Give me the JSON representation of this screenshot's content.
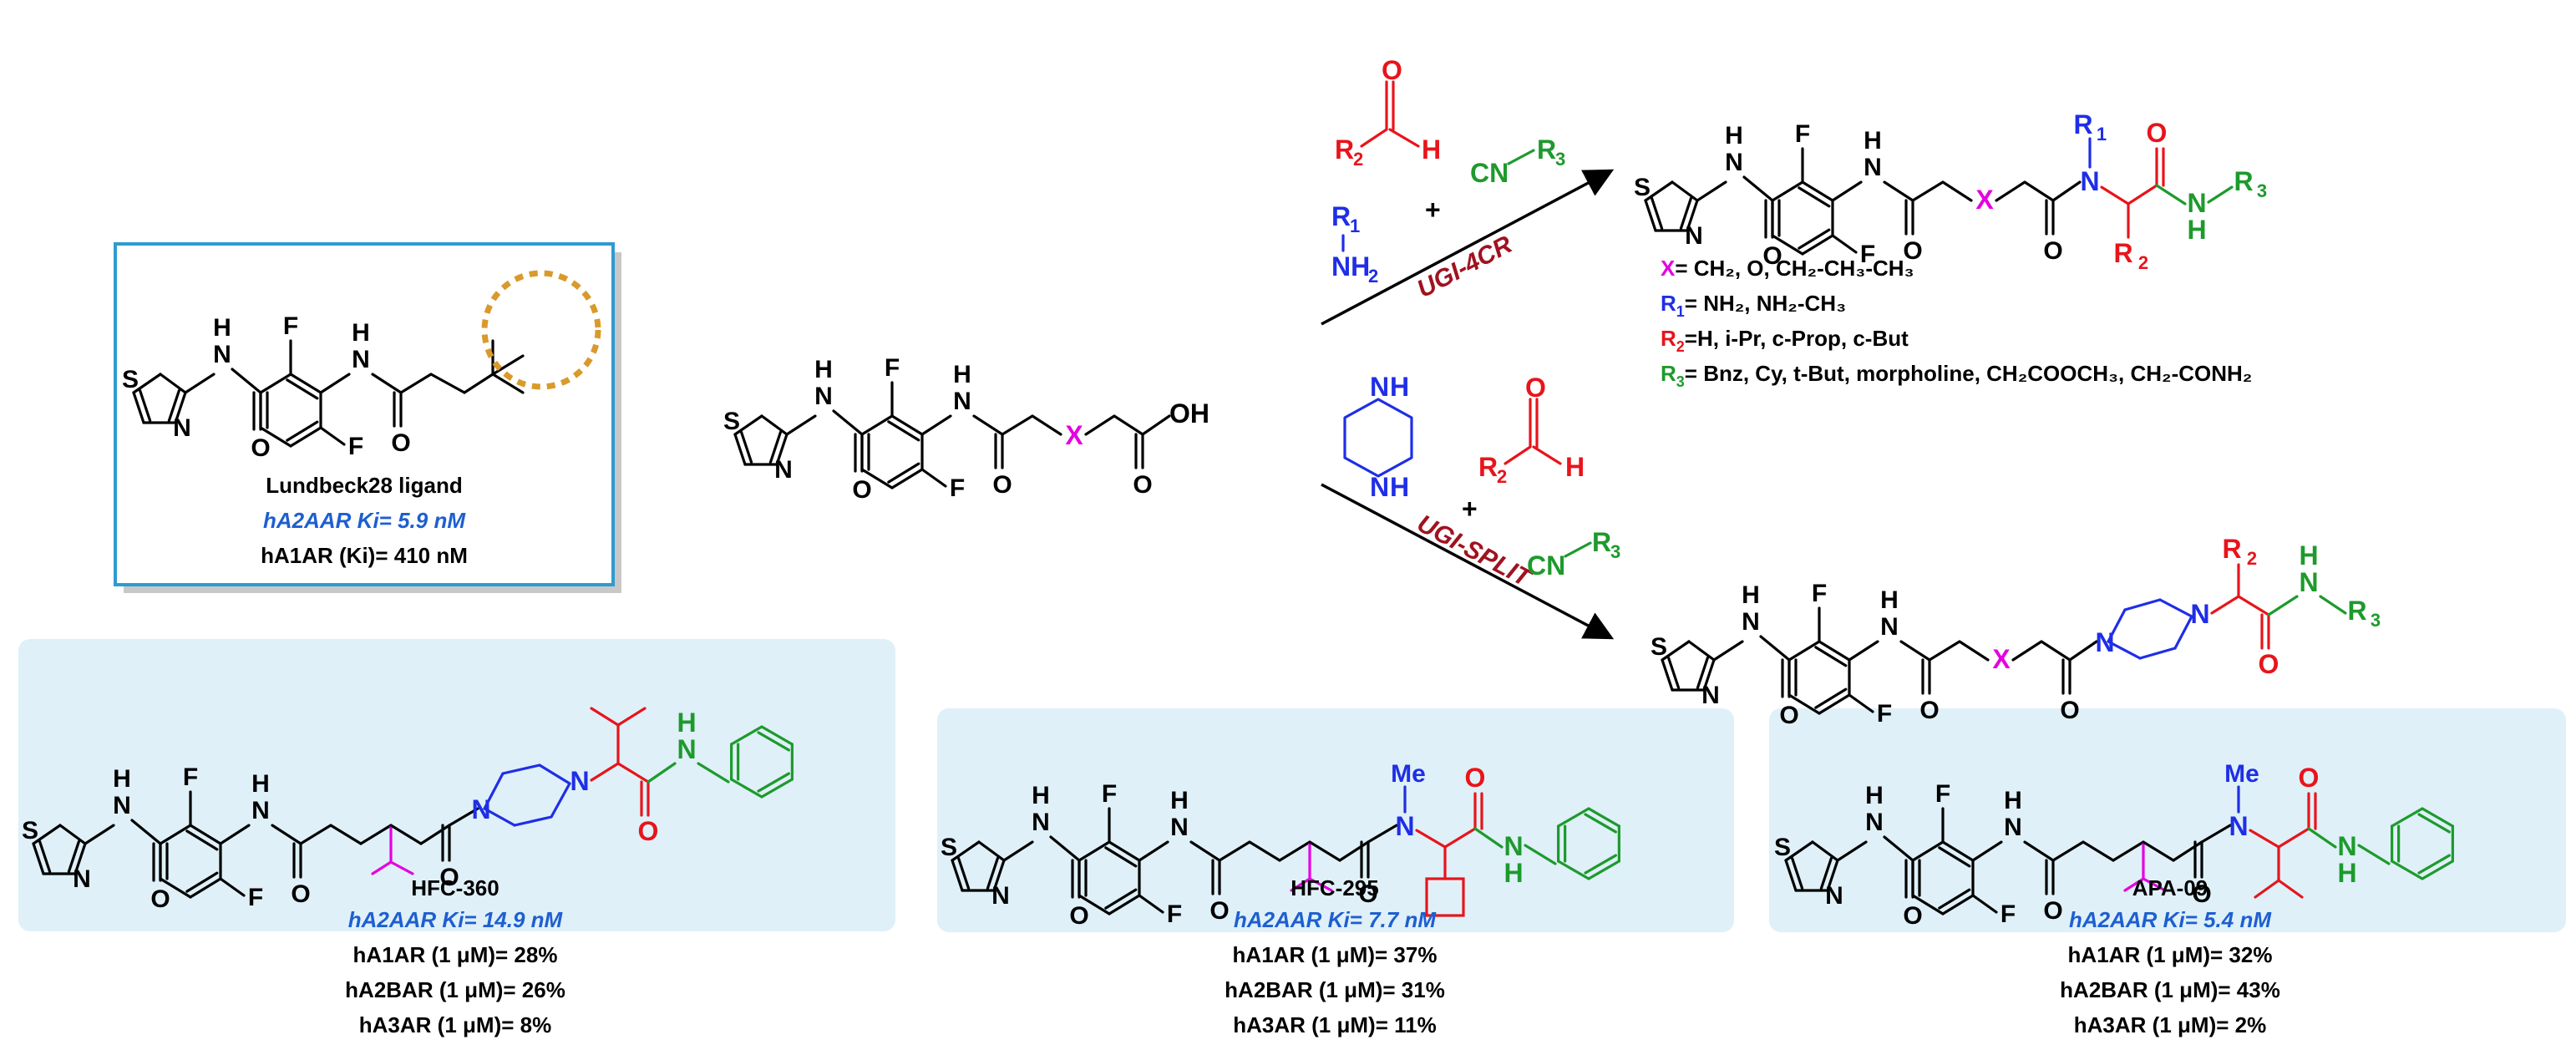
{
  "colors": {
    "black": "#000000",
    "blue": "#1f2ee6",
    "red": "#e8141b",
    "green": "#1d9a2c",
    "magenta": "#e400e0",
    "dark_red": "#a0121f",
    "panel_blue": "#dff0f8",
    "ref_border": "#2e9bcf",
    "orange": "#d99a2c",
    "ki_blue": "#1e5fd0"
  },
  "atoms": {
    "F": "F",
    "N": "N",
    "H": "H",
    "S": "S",
    "O": "O",
    "OH": "OH",
    "NH": "NH",
    "X": "X",
    "Me": "Me",
    "C": "C",
    "CN": "CN",
    "NH2": "NH",
    "NH2_sub": "2"
  },
  "r_groups": {
    "R": "R",
    "R1_sub": "1",
    "R2_sub": "2",
    "R3_sub": "3"
  },
  "reactions": {
    "ugi4cr": "UGI-4CR",
    "ugisplit": "UGI-SPLIT",
    "plus": "+"
  },
  "substituents": [
    {
      "label": "X",
      "rest": "= CH₂, O, CH₂-CH₃-CH₃"
    },
    {
      "label": "R",
      "sub": "1",
      "rest": "= NH₂, NH₂-CH₃"
    },
    {
      "label": "R",
      "sub": "2",
      "rest": "=H, i-Pr, c-Prop, c-But"
    },
    {
      "label": "R",
      "sub": "3",
      "rest": "= Bnz, Cy, t-But, morpholine, CH₂COOCH₃, CH₂-CONH₂"
    }
  ],
  "reference": {
    "name": "Lundbeck28 ligand",
    "line1": "hA2AAR Ki= 5.9 nM",
    "line2": "hA1AR (Ki)= 410 nM"
  },
  "compounds": [
    {
      "name": "HFC-360",
      "ki": "hA2AAR Ki= 14.9 nM",
      "a1": "hA1AR (1 μM)= 28%",
      "a2b": "hA2BAR (1 μM)= 26%",
      "a3": "hA3AR (1 μM)= 8%"
    },
    {
      "name": "HFC-295",
      "ki": "hA2AAR Ki= 7.7 nM",
      "a1": "hA1AR (1 μM)= 37%",
      "a2b": "hA2BAR (1 μM)= 31%",
      "a3": "hA3AR (1 μM)= 11%"
    },
    {
      "name": "APA-09",
      "ki": "hA2AAR Ki= 5.4 nM",
      "a1": "hA1AR (1 μM)= 32%",
      "a2b": "hA2BAR (1 μM)= 43%",
      "a3": "hA3AR (1 μM)= 2%"
    }
  ]
}
